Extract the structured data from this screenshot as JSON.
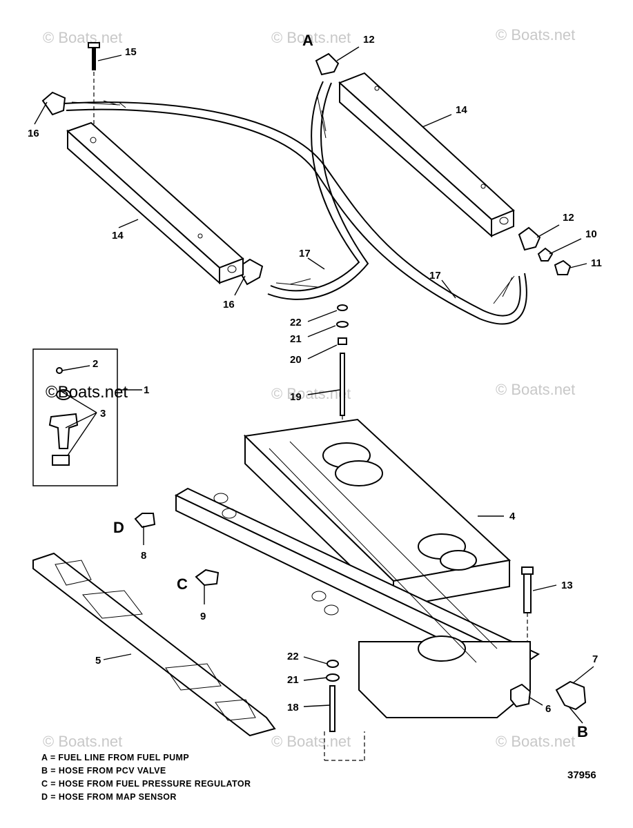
{
  "watermark": "© Boats.net",
  "watermark_inset": "©Boats.net",
  "part_number": "37956",
  "legend": [
    "A = FUEL LINE FROM FUEL PUMP",
    "B = HOSE FROM PCV VALVE",
    "C = HOSE FROM FUEL PRESSURE REGULATOR",
    "D = HOSE FROM MAP SENSOR"
  ],
  "refs": {
    "a": "A",
    "b": "B",
    "c": "C",
    "d": "D"
  },
  "callouts": {
    "c1": "1",
    "c2": "2",
    "c3": "3",
    "c4": "4",
    "c5": "5",
    "c6": "6",
    "c7": "7",
    "c8": "8",
    "c9": "9",
    "c10": "10",
    "c11": "11",
    "c12a": "12",
    "c12b": "12",
    "c13": "13",
    "c14a": "14",
    "c14b": "14",
    "c15": "15",
    "c16a": "16",
    "c16b": "16",
    "c17a": "17",
    "c17b": "17",
    "c18": "18",
    "c19": "19",
    "c20": "20",
    "c21a": "21",
    "c21b": "21",
    "c22a": "22",
    "c22b": "22"
  }
}
